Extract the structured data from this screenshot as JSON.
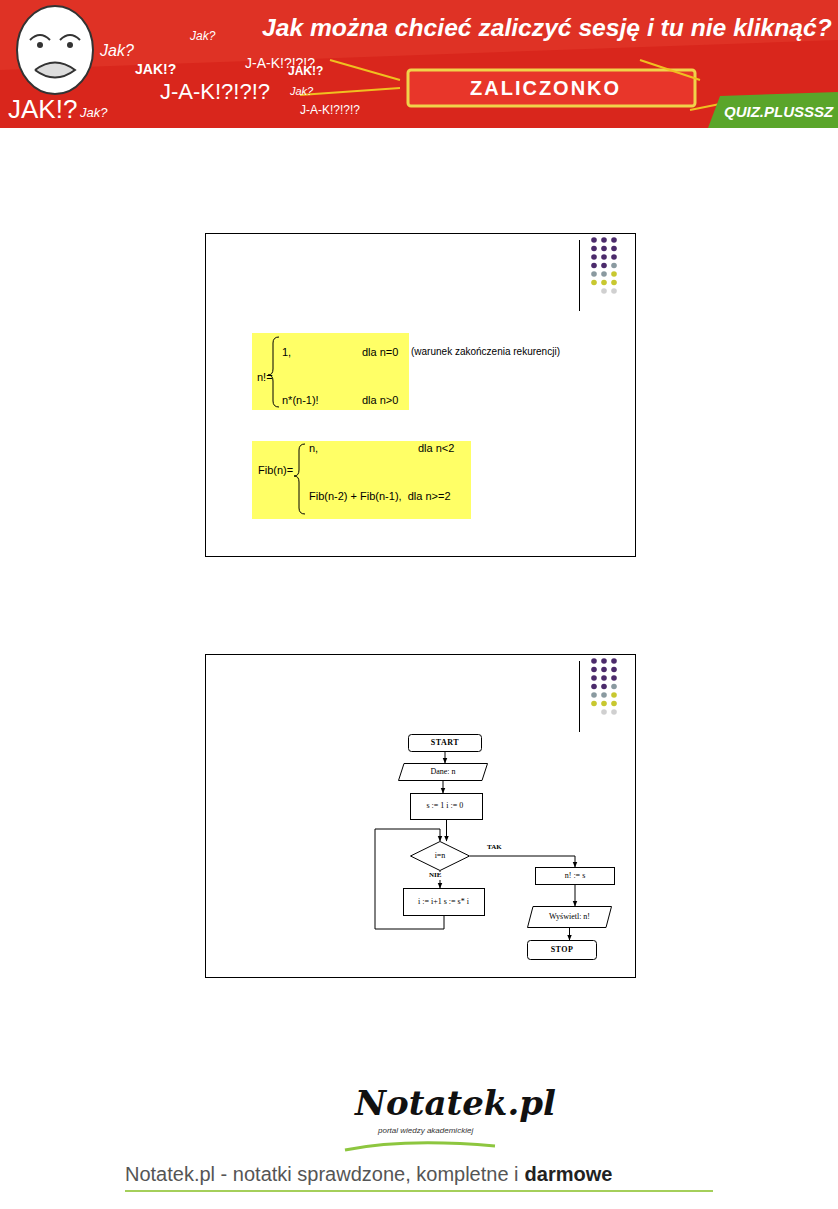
{
  "diagram": {
    "nodes": [
      {
        "text": [
          "n!=",
          "1,",
          "dla n=0",
          "n*(n-1)!",
          "dla n>0"
        ]
      },
      {
        "text": [
          "Fib(n)=",
          "n,",
          "dla n<2",
          "Fib(n-2) + Fib(n-1),  dla n>=2"
        ]
      },
      {
        "text": [
          "START"
        ]
      },
      {
        "text": [
          "Dane: n"
        ]
      },
      {
        "text": [
          "s := 1 i := 0"
        ]
      },
      {
        "text": [
          "i=n"
        ]
      },
      {
        "text": [
          "i := i+1 s := s* i"
        ]
      },
      {
        "text": [
          "n! := s"
        ]
      },
      {
        "text": [
          "Wyświetl: n!"
        ]
      },
      {
        "text": [
          "STOP"
        ]
      }
    ],
    "edges": [
      {
        "from": 2,
        "to": 3,
        "arrow": "to"
      },
      {
        "from": 3,
        "to": 4,
        "arrow": "to"
      },
      {
        "from": 4,
        "to": 5,
        "arrow": "to"
      },
      {
        "from": 5,
        "to": 6,
        "label": "NIE",
        "arrow": "to"
      },
      {
        "from": 6,
        "to": 5,
        "arrow": "to"
      },
      {
        "from": 5,
        "to": 7,
        "label": "TAK",
        "arrow": "to"
      },
      {
        "from": 7,
        "to": 8,
        "arrow": "to"
      },
      {
        "from": 8,
        "to": 9,
        "arrow": "to"
      }
    ],
    "labels": [
      "Jak można chcieć zaliczyć sesję i tu nie kliknąć?",
      "Jak?",
      "JAK!?",
      "J-A-K!?!?!?",
      "JAK!?",
      "Jak?",
      "J-A-K!?!?!?",
      "Jak?",
      "JAK!?",
      "Jak?",
      "J-A-K!?!?!?",
      "ZALICZONKO",
      "QUIZ.PLUSSSZ",
      "(warunek zakończenia rekurencji)",
      "Notatek.pl",
      "portal wiedzy akademickiej",
      "Notatek.pl - notatki sprawdzone, kompletne i",
      "darmowe"
    ]
  }
}
